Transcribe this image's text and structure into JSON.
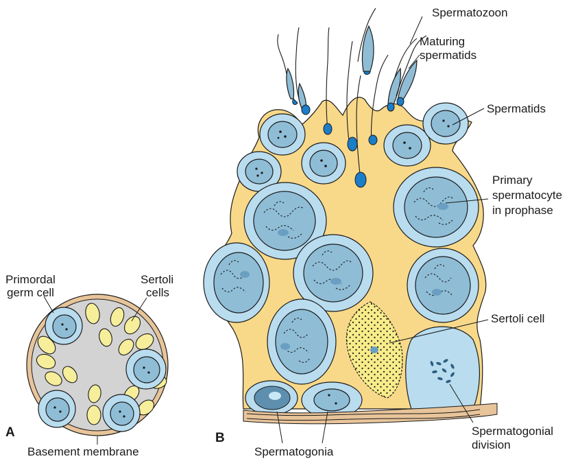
{
  "panels": {
    "a": "A",
    "b": "B"
  },
  "labels": {
    "spermatozoon": "Spermatozoon",
    "maturing_line1": "Maturing",
    "maturing_line2": "spermatids",
    "spermatids": "Spermatids",
    "primary_line1": "Primary",
    "primary_line2": "spermatocyte",
    "primary_line3": "in prophase",
    "sertoli_cell": "Sertoli cell",
    "spermatogonial_line1": "Spermatogonial",
    "spermatogonial_line2": "division",
    "spermatogonia": "Spermatogonia",
    "primordal_line1": "Primordal",
    "primordal_line2": "germ cell",
    "sertoli_cells_line1": "Sertoli",
    "sertoli_cells_line2": "cells",
    "basement_membrane": "Basement membrane"
  },
  "colors": {
    "cell_fill": "#b9dcef",
    "nucleus_fill": "#8fbdd6",
    "sertoli_fill": "#f8d98a",
    "sertoli_a_fill": "#f6ee9a",
    "lumen_fill": "#d3d3d3",
    "membrane_fill": "#e8c49a",
    "acrosome_blue": "#1b7ec8"
  }
}
